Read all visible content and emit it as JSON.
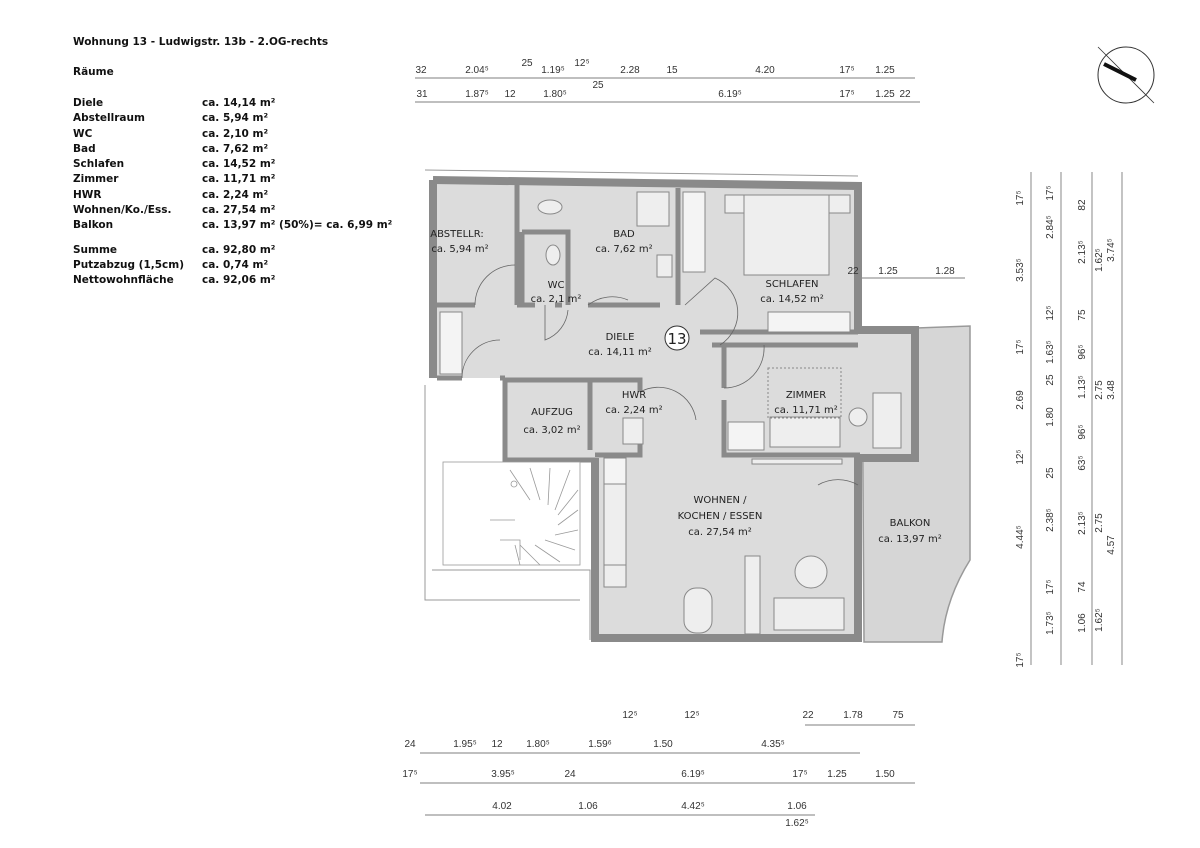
{
  "title": "Wohnung 13 - Ludwigstr. 13b - 2.OG-rechts",
  "section": "Räume",
  "rooms": [
    {
      "name": "Diele",
      "area": "ca. 14,14 m²"
    },
    {
      "name": "Abstellraum",
      "area": "ca. 5,94 m²"
    },
    {
      "name": "WC",
      "area": "ca. 2,10 m²"
    },
    {
      "name": "Bad",
      "area": "ca. 7,62 m²"
    },
    {
      "name": "Schlafen",
      "area": "ca. 14,52 m²"
    },
    {
      "name": "Zimmer",
      "area": "ca. 11,71 m²"
    },
    {
      "name": "HWR",
      "area": "ca.  2,24 m²"
    },
    {
      "name": "Wohnen/Ko./Ess.",
      "area": "ca. 27,54 m²"
    },
    {
      "name": "Balkon",
      "area": "ca. 13,97 m² (50%)= ca. 6,99 m²"
    }
  ],
  "totals": [
    {
      "name": "Summe",
      "area": "ca. 92,80 m²"
    },
    {
      "name": "Putzabzug (1,5cm)",
      "area": "ca. 0,74 m²"
    },
    {
      "name": "Nettowohnfläche",
      "area": "ca. 92,06 m²"
    }
  ],
  "plan": {
    "unit_number": "13",
    "labels": {
      "abstellr": [
        "ABSTELLR:",
        "ca. 5,94 m²"
      ],
      "bad": [
        "BAD",
        "ca. 7,62 m²"
      ],
      "wc": [
        "WC",
        "ca. 2,1 m²"
      ],
      "schlafen": [
        "SCHLAFEN",
        "ca. 14,52 m²"
      ],
      "diele": [
        "DIELE",
        "ca. 14,11 m²"
      ],
      "zimmer": [
        "ZIMMER",
        "ca. 11,71 m²"
      ],
      "hwr": [
        "HWR",
        "ca. 2,24 m²"
      ],
      "aufzug": [
        "AUFZUG",
        "ca. 3,02 m²"
      ],
      "wohnen": [
        "WOHNEN /",
        "KOCHEN / ESSEN",
        "ca. 27,54 m²"
      ],
      "balkon": [
        "BALKON",
        "ca. 13,97 m²"
      ]
    }
  },
  "dimensions": {
    "top1": [
      "32",
      "2.04⁵",
      "25",
      "1.19⁵",
      "12⁵",
      "2.28",
      "15",
      "4.20",
      "17⁵",
      "1.25"
    ],
    "top2": [
      "31",
      "1.87⁵",
      "12",
      "1.80⁵",
      "25",
      "6.19⁵",
      "17⁵",
      "1.25",
      "22"
    ],
    "side": [
      "22",
      "1.25",
      "1.28"
    ],
    "right1": [
      "17⁵",
      "3.53⁵",
      "17⁵",
      "2.69",
      "12⁵",
      "4.44⁵",
      "17⁵"
    ],
    "right2": [
      "17⁵",
      "2.84⁵",
      "12⁵",
      "1.63⁵",
      "25",
      "1.80",
      "25",
      "2.38⁵",
      "17⁵",
      "1.73⁵"
    ],
    "right3": [
      "82",
      "2.13⁵",
      "75",
      "96⁵",
      "1.13⁵",
      "96⁵",
      "63⁵",
      "2.13⁵",
      "74",
      "1.06"
    ],
    "right4": [
      "1.62⁵",
      "2.75",
      "2.75",
      "1.62⁵"
    ],
    "right5": [
      "3.74⁵",
      "3.48",
      "4.57"
    ],
    "bottomA": [
      "12⁵",
      "12⁵",
      "22",
      "1.78",
      "75"
    ],
    "bottomB": [
      "24",
      "1.95⁵",
      "12",
      "1.80⁵",
      "1.59⁶",
      "1.50",
      "4.35⁵"
    ],
    "bottomC": [
      "17⁵",
      "3.95⁵",
      "24",
      "6.19⁵",
      "17⁵",
      "1.25",
      "1.50"
    ],
    "bottomD": [
      "4.02",
      "1.06",
      "4.42⁵",
      "1.06",
      "1.62⁵"
    ]
  }
}
